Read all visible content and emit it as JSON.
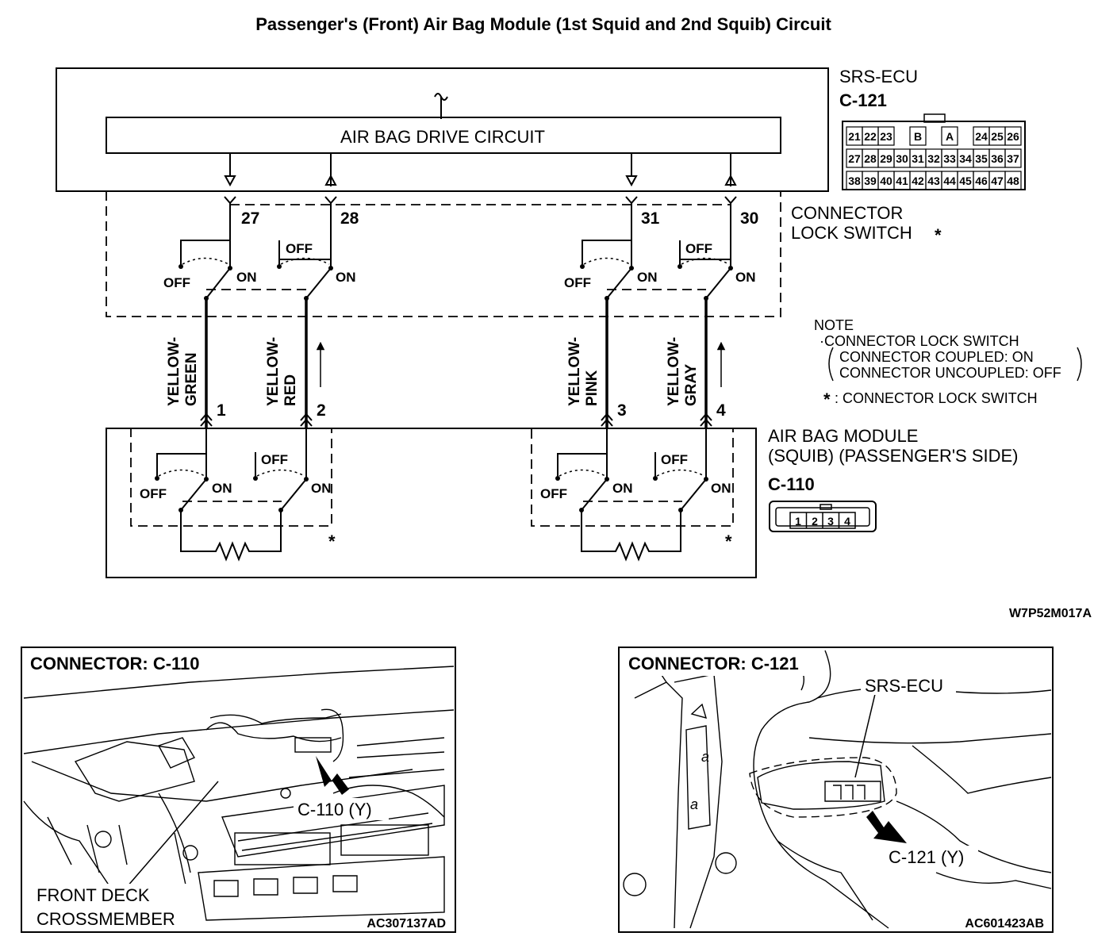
{
  "title": "Passenger's (Front) Air Bag Module (1st Squid and 2nd Squib) Circuit",
  "ecu": {
    "name": "SRS-ECU",
    "connector": "C-121",
    "drive_circuit": "AIR BAG DRIVE CIRCUIT",
    "pin_rows": [
      [
        "21",
        "22",
        "23",
        "",
        "B",
        "",
        "A",
        "",
        "24",
        "25",
        "26"
      ],
      [
        "27",
        "28",
        "29",
        "30",
        "31",
        "32",
        "33",
        "34",
        "35",
        "36",
        "37"
      ],
      [
        "38",
        "39",
        "40",
        "41",
        "42",
        "43",
        "44",
        "45",
        "46",
        "47",
        "48"
      ]
    ]
  },
  "ecu_pins": [
    "27",
    "28",
    "31",
    "30"
  ],
  "lock_switch": {
    "label_line1": "CONNECTOR",
    "label_line2": "LOCK SWITCH",
    "star": "*"
  },
  "switch_labels": {
    "off": "OFF",
    "on": "ON"
  },
  "wires": [
    {
      "line1": "YELLOW-",
      "line2": "GREEN",
      "pin": "1"
    },
    {
      "line1": "YELLOW-",
      "line2": "RED",
      "pin": "2"
    },
    {
      "line1": "YELLOW-",
      "line2": "PINK",
      "pin": "3"
    },
    {
      "line1": "YELLOW-",
      "line2": "GRAY",
      "pin": "4"
    }
  ],
  "note": {
    "title": "NOTE",
    "line1": "·CONNECTOR LOCK SWITCH",
    "line2": "CONNECTOR COUPLED: ON",
    "line3": "CONNECTOR UNCOUPLED: OFF",
    "star_line": ": CONNECTOR LOCK SWITCH",
    "star": "*"
  },
  "module": {
    "line1": "AIR BAG MODULE",
    "line2": "(SQUIB) (PASSENGER'S SIDE)",
    "connector": "C-110",
    "pins": [
      "1",
      "2",
      "3",
      "4"
    ],
    "star": "*"
  },
  "diagram_code": "W7P52M017A",
  "panel_left": {
    "title": "CONNECTOR: C-110",
    "callout": "C-110 (Y)",
    "label_line1": "FRONT DECK",
    "label_line2": "CROSSMEMBER",
    "code": "AC307137AD"
  },
  "panel_right": {
    "title": "CONNECTOR: C-121",
    "callout": "C-121 (Y)",
    "label": "SRS-ECU",
    "code": "AC601423AB"
  }
}
